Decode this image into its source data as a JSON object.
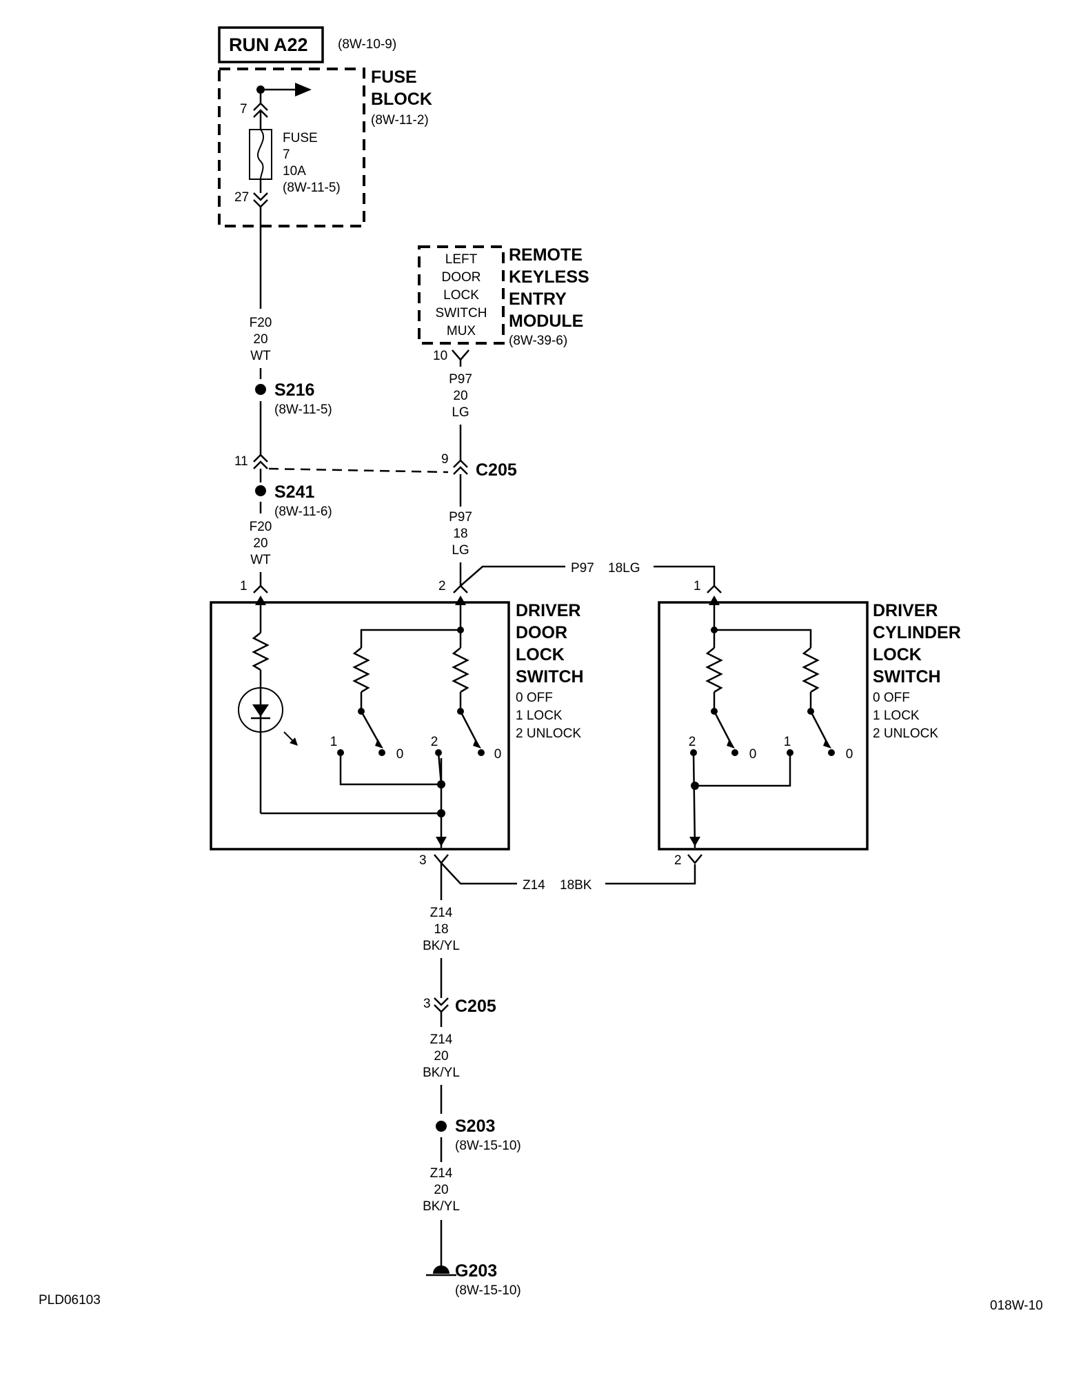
{
  "run": {
    "label": "RUN A22",
    "ref": "(8W-10-9)"
  },
  "fuse_block": {
    "title1": "FUSE",
    "title2": "BLOCK",
    "ref": "(8W-11-2)",
    "pin_in": "7",
    "pin_out": "27"
  },
  "fuse": {
    "l1": "FUSE",
    "l2": "7",
    "l3": "10A",
    "ref": "(8W-11-5)"
  },
  "wire_f20_top": {
    "circuit": "F20",
    "gauge": "20",
    "color": "WT"
  },
  "s216": {
    "label": "S216",
    "ref": "(8W-11-5)"
  },
  "c205_top": {
    "label": "C205",
    "pin_left": "11",
    "pin_right": "9"
  },
  "s241": {
    "label": "S241",
    "ref": "(8W-11-6)"
  },
  "wire_f20_bot": {
    "circuit": "F20",
    "gauge": "20",
    "color": "WT"
  },
  "rke": {
    "inner": [
      "LEFT",
      "DOOR",
      "LOCK",
      "SWITCH",
      "MUX"
    ],
    "title": [
      "REMOTE",
      "KEYLESS",
      "ENTRY",
      "MODULE"
    ],
    "ref": "(8W-39-6)",
    "pin": "10"
  },
  "wire_p97_top": {
    "circuit": "P97",
    "gauge": "20",
    "color": "LG"
  },
  "wire_p97_mid": {
    "circuit": "P97",
    "gauge": "18",
    "color": "LG"
  },
  "p97_branch": {
    "circuit": "P97",
    "spec": "18LG"
  },
  "driver_door": {
    "title": [
      "DRIVER",
      "DOOR",
      "LOCK",
      "SWITCH"
    ],
    "states": [
      "0 OFF",
      "1 LOCK",
      "2 UNLOCK"
    ],
    "pin1": "1",
    "pin2": "2",
    "pin3": "3",
    "contacts": {
      "a": "1",
      "b": "0",
      "c": "2",
      "d": "0"
    }
  },
  "driver_cylinder": {
    "title": [
      "DRIVER",
      "CYLINDER",
      "LOCK",
      "SWITCH"
    ],
    "states": [
      "0 OFF",
      "1 LOCK",
      "2 UNLOCK"
    ],
    "pin1": "1",
    "pin2": "2",
    "contacts": {
      "a": "2",
      "b": "0",
      "c": "1",
      "d": "0"
    }
  },
  "z14_branch": {
    "circuit": "Z14",
    "spec": "18BK"
  },
  "wire_z14_a": {
    "circuit": "Z14",
    "gauge": "18",
    "color": "BK/YL"
  },
  "c205_bot": {
    "label": "C205",
    "pin": "3"
  },
  "wire_z14_b": {
    "circuit": "Z14",
    "gauge": "20",
    "color": "BK/YL"
  },
  "s203": {
    "label": "S203",
    "ref": "(8W-15-10)"
  },
  "wire_z14_c": {
    "circuit": "Z14",
    "gauge": "20",
    "color": "BK/YL"
  },
  "g203": {
    "label": "G203",
    "ref": "(8W-15-10)"
  },
  "footer": {
    "left": "PLD06103",
    "right": "018W-10"
  }
}
